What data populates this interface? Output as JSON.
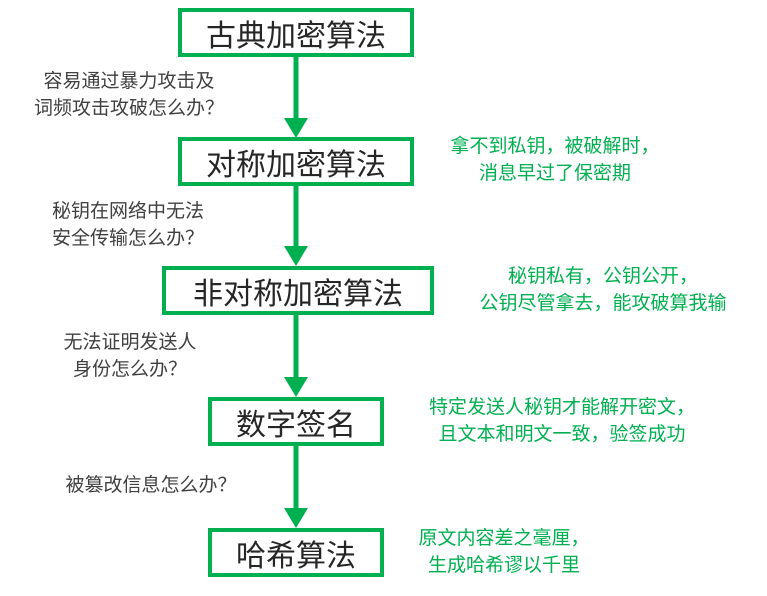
{
  "steps": [
    {
      "label": "古典加密算法"
    },
    {
      "label": "对称加密算法"
    },
    {
      "label": "非对称加密算法"
    },
    {
      "label": "数字签名"
    },
    {
      "label": "哈希算法"
    }
  ],
  "questions": [
    {
      "line1": "容易通过暴力攻击及",
      "line2": "词频攻击攻破怎么办？"
    },
    {
      "line1": "秘钥在网络中无法",
      "line2": "安全传输怎么办？"
    },
    {
      "line1": "无法证明发送人",
      "line2": "身份怎么办？"
    },
    {
      "line1": "被篡改信息怎么办？",
      "line2": ""
    }
  ],
  "notes": [
    {
      "line1": "拿不到私钥，被破解时，",
      "line2": "消息早过了保密期"
    },
    {
      "line1": "秘钥私有，公钥公开，",
      "line2": "公钥尽管拿去，能攻破算我输"
    },
    {
      "line1": "特定发送人秘钥才能解开密文，",
      "line2": "且文本和明文一致，验签成功"
    },
    {
      "line1": "原文内容差之毫厘，",
      "line2": "生成哈希谬以千里"
    }
  ],
  "colors": {
    "accent": "#00b050",
    "question": "#404040"
  }
}
